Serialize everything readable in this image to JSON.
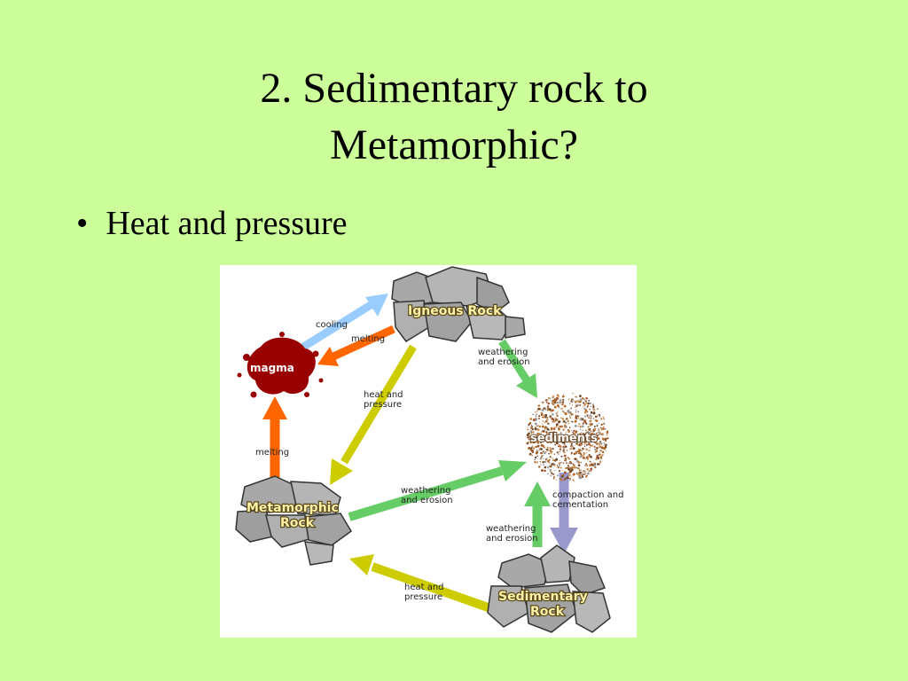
{
  "slide": {
    "title_line1": "2. Sedimentary rock to",
    "title_line2": "Metamorphic?",
    "bullets": [
      "Heat and pressure"
    ]
  },
  "diagram": {
    "nodes": {
      "igneous": "Igneous Rock",
      "magma": "magma",
      "sediments": "sediments",
      "metamorphic_line1": "Metamorphic",
      "metamorphic_line2": "Rock",
      "sedimentary_line1": "Sedimentary",
      "sedimentary_line2": "Rock"
    },
    "arrows": {
      "cooling": "cooling",
      "melting_igneous_to_magma": "melting",
      "weathering_igneous_1": "weathering",
      "weathering_igneous_2": "and erosion",
      "heat_igneous_1": "heat and",
      "heat_igneous_2": "pressure",
      "melting_metamorphic_to_magma": "melting",
      "weathering_metamorphic_1": "weathering",
      "weathering_metamorphic_2": "and erosion",
      "compaction_1": "compaction and",
      "compaction_2": "cementation",
      "weathering_sedimentary_1": "weathering",
      "weathering_sedimentary_2": "and erosion",
      "heat_sedimentary_1": "heat and",
      "heat_sedimentary_2": "pressure"
    }
  },
  "colors": {
    "background": "#ccff99",
    "cooling_arrow": "#99ccff",
    "melting_arrow": "#ff6600",
    "weathering_arrow": "#66cc66",
    "heat_pressure_arrow": "#cccc00",
    "compaction_arrow": "#9999cc",
    "magma": "#990000",
    "rock": "#a8a8a8"
  }
}
